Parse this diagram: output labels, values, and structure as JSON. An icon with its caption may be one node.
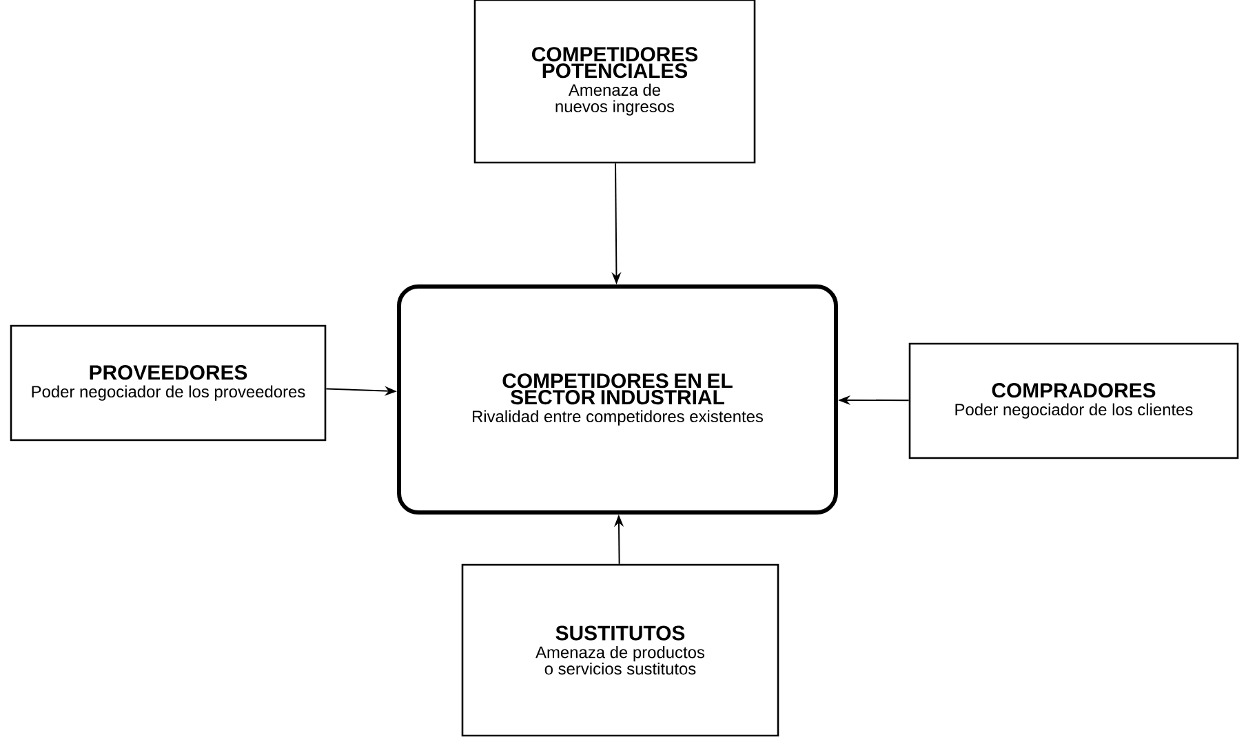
{
  "diagram": {
    "nodes": [
      {
        "text": [
          "COMPETIDORES POTENCIALES",
          "Amenaza de nuevos ingresos"
        ]
      },
      {
        "text": [
          "PROVEEDORES",
          "Poder negociador de los proveedores"
        ]
      },
      {
        "text": [
          "COMPETIDORES EN EL SECTOR INDUSTRIAL",
          "Rivalidad entre competidores existentes"
        ]
      },
      {
        "text": [
          "COMPRADORES",
          "Poder negociador de los clientes"
        ]
      },
      {
        "text": [
          "SUSTITUTOS",
          "Amenaza de productos o servicios sustitutos"
        ]
      }
    ],
    "edges": [
      {
        "from": 0,
        "to": 2,
        "arrow": "to"
      },
      {
        "from": 1,
        "to": 2,
        "arrow": "to"
      },
      {
        "from": 3,
        "to": 2,
        "arrow": "to"
      },
      {
        "from": 4,
        "to": 2,
        "arrow": "to"
      }
    ]
  }
}
